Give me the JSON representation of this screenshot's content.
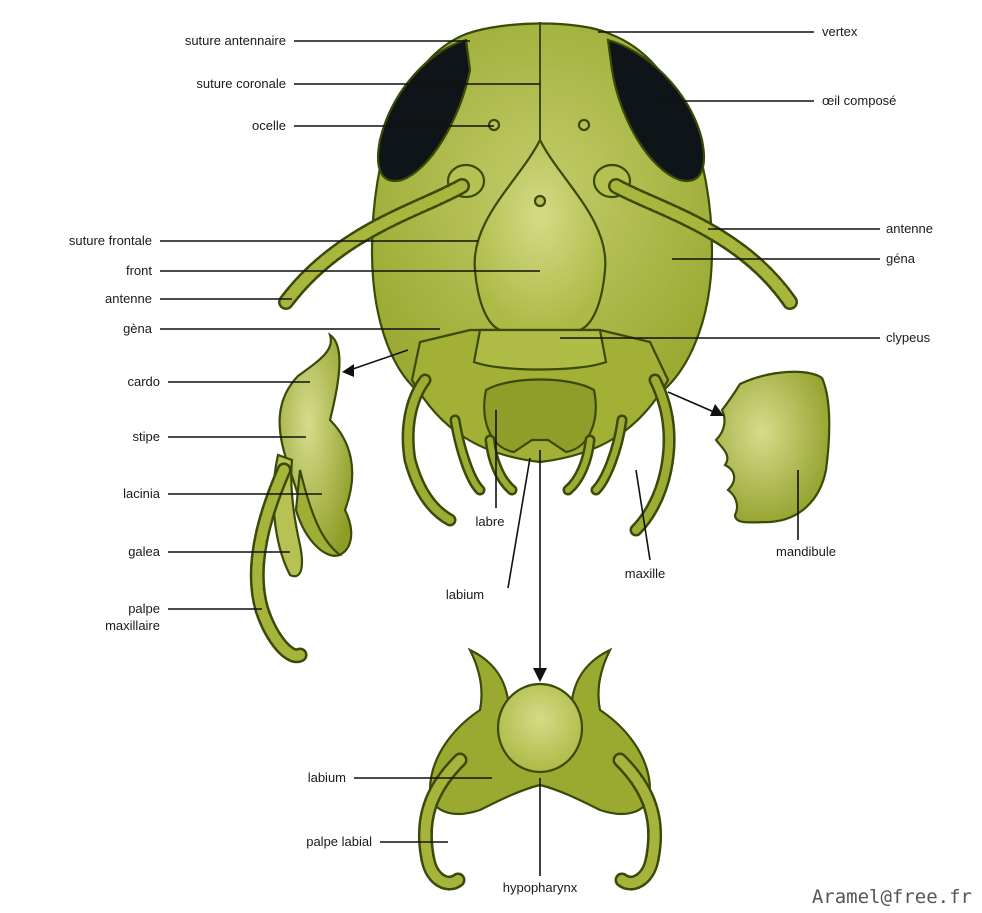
{
  "labels": {
    "suture_antennaire": "suture antennaire",
    "suture_coronale": "suture coronale",
    "ocelle": "ocelle",
    "suture_frontale": "suture frontale",
    "front": "front",
    "antenne_left": "antenne",
    "gena_left": "gèna",
    "cardo": "cardo",
    "stipe": "stipe",
    "lacinia": "lacinia",
    "galea": "galea",
    "palpe_maxillaire_1": "palpe",
    "palpe_maxillaire_2": "maxillaire",
    "vertex": "vertex",
    "oeil_compose": "œil composé",
    "antenne_right": "antenne",
    "gena_right": "géna",
    "clypeus": "clypeus",
    "labre": "labre",
    "labium_top": "labium",
    "maxille": "maxille",
    "mandibule": "mandibule",
    "labium_bottom": "labium",
    "palpe_labial": "palpe labial",
    "hypopharynx": "hypopharynx"
  },
  "watermark": "Aramel@free.fr",
  "colors": {
    "body": "#a9b63e",
    "body_light": "#c3cc6a",
    "body_dark": "#7e8d1e",
    "eye": "#0f1418",
    "outline": "#3a4a08"
  }
}
